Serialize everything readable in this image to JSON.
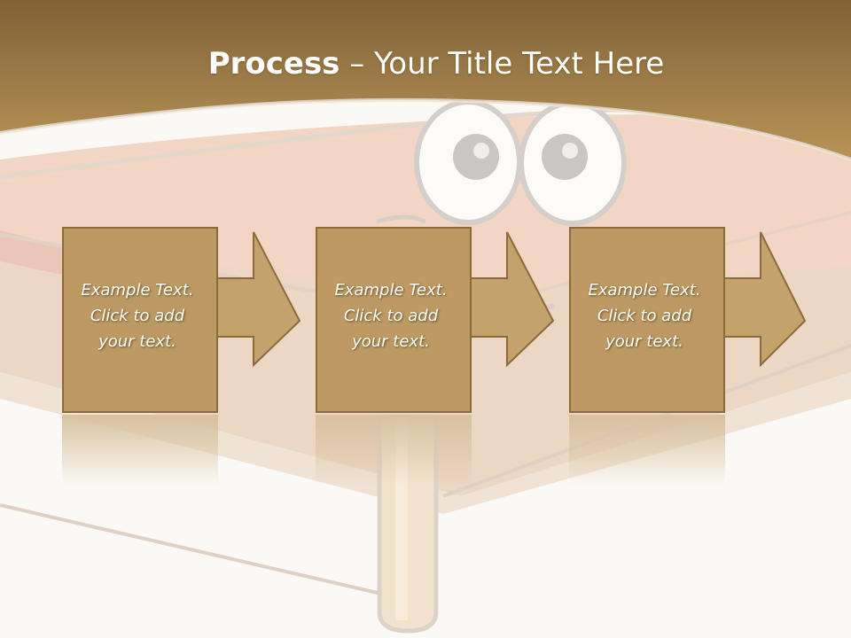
{
  "slide": {
    "title_bold": "Process",
    "title_rest": " – Your Title Text Here",
    "colors": {
      "header_brown": "#b58f55",
      "box_fill": "#bd9a63",
      "box_border": "#8c6a3a",
      "arrow_fill": "#c4a26c"
    },
    "steps": [
      {
        "text": "Example Text.\nClick  to add\nyour text."
      },
      {
        "text": "Example Text.\nClick  to add\nyour text."
      },
      {
        "text": "Example Text.\nClick  to add\nyour text."
      }
    ]
  }
}
